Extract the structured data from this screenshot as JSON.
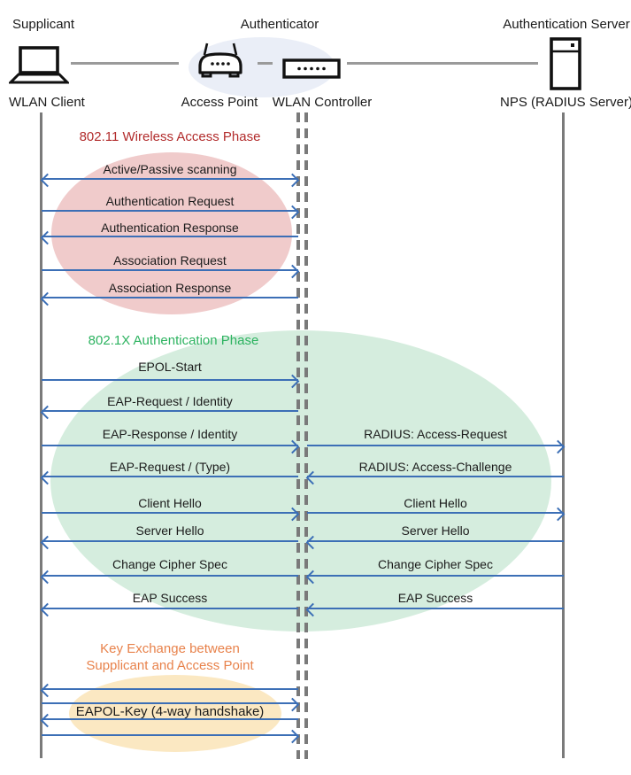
{
  "header": {
    "supplicant": "Supplicant",
    "authenticator": "Authenticator",
    "auth_server": "Authentication Server"
  },
  "devices": {
    "wlan_client": "WLAN Client",
    "access_point": "Access Point",
    "wlan_controller": "WLAN Controller",
    "nps": "NPS (RADIUS Server)"
  },
  "phases": {
    "p1": {
      "title": "802.11 Wireless Access Phase",
      "color": "#b22c2c",
      "ellipse_color": "#f0cbcb"
    },
    "p2": {
      "title": "802.1X Authentication Phase",
      "color": "#2db360",
      "ellipse_color": "#d5edde"
    },
    "p3": {
      "line1": "Key Exchange between",
      "line2": "Supplicant and Access Point",
      "color": "#e8824b",
      "ellipse_color": "#fbe8c2"
    }
  },
  "messages": [
    {
      "label": "Active/Passive scanning",
      "lane": "left",
      "direction": "both"
    },
    {
      "label": "Authentication Request",
      "lane": "left",
      "direction": "right"
    },
    {
      "label": "Authentication Response",
      "lane": "left",
      "direction": "left"
    },
    {
      "label": "Association Request",
      "lane": "left",
      "direction": "right"
    },
    {
      "label": "Association Response",
      "lane": "left",
      "direction": "left"
    },
    {
      "label": "EPOL-Start",
      "lane": "left",
      "direction": "right"
    },
    {
      "label": "EAP-Request / Identity",
      "lane": "left",
      "direction": "left"
    },
    {
      "label": "EAP-Response / Identity",
      "lane": "left",
      "direction": "right"
    },
    {
      "label": "RADIUS: Access-Request",
      "lane": "right",
      "direction": "right"
    },
    {
      "label": "EAP-Request / (Type)",
      "lane": "left",
      "direction": "left"
    },
    {
      "label": "RADIUS: Access-Challenge",
      "lane": "right",
      "direction": "left"
    },
    {
      "label": "Client Hello",
      "lane": "left",
      "direction": "right"
    },
    {
      "label": "Client Hello",
      "lane": "right",
      "direction": "right"
    },
    {
      "label": "Server Hello",
      "lane": "left",
      "direction": "left"
    },
    {
      "label": "Server Hello",
      "lane": "right",
      "direction": "left"
    },
    {
      "label": "Change Cipher Spec",
      "lane": "left",
      "direction": "left"
    },
    {
      "label": "Change Cipher Spec",
      "lane": "right",
      "direction": "left"
    },
    {
      "label": "EAP Success",
      "lane": "left",
      "direction": "left"
    },
    {
      "label": "EAP Success",
      "lane": "right",
      "direction": "left"
    }
  ],
  "key_exchange": {
    "label": "EAPOL-Key (4-way handshake)",
    "arrow_directions": [
      "left",
      "right",
      "left",
      "right"
    ]
  },
  "colors": {
    "arrow": "#3c6fb6",
    "lifeline": "#7a7a7a",
    "connector": "#9a9a9a",
    "authenticator_ellipse": "#eaeef7"
  }
}
